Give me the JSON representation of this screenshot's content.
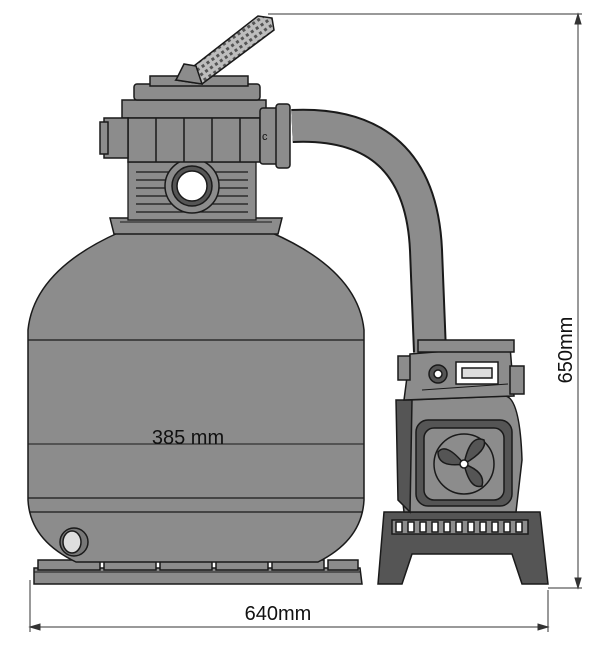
{
  "dimensions": {
    "tank_width": "385 mm",
    "total_width": "640mm",
    "total_height": "650mm"
  },
  "colors": {
    "body": "#8c8c8c",
    "dark": "#555555",
    "line": "#1a1a1a",
    "background": "#ffffff"
  },
  "icons": [
    "impeller-icon",
    "valve-handle-icon"
  ]
}
